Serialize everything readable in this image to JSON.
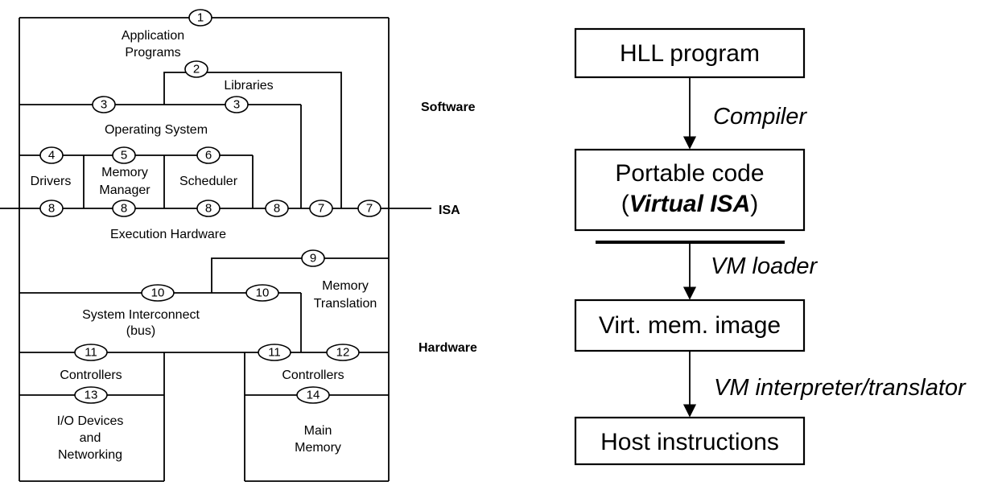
{
  "interfaces": {
    "n1": "1",
    "n2": "2",
    "n3a": "3",
    "n3b": "3",
    "n4": "4",
    "n5": "5",
    "n6": "6",
    "n8a": "8",
    "n8b": "8",
    "n8c": "8",
    "n8d": "8",
    "n7a": "7",
    "n7b": "7",
    "n9": "9",
    "n10a": "10",
    "n10b": "10",
    "n11a": "11",
    "n11b": "11",
    "n12": "12",
    "n13": "13",
    "n14": "14"
  },
  "labels": {
    "app_line1": "Application",
    "app_line2": "Programs",
    "libraries": "Libraries",
    "operating_system": "Operating System",
    "drivers": "Drivers",
    "memory_manager_line1": "Memory",
    "memory_manager_line2": "Manager",
    "scheduler": "Scheduler",
    "execution_hardware": "Execution Hardware",
    "memory_translation_line1": "Memory",
    "memory_translation_line2": "Translation",
    "system_interconnect_line1": "System Interconnect",
    "system_interconnect_line2": "(bus)",
    "controllers_left": "Controllers",
    "controllers_right": "Controllers",
    "io_line1": "I/O Devices",
    "io_line2": "and",
    "io_line3": "Networking",
    "main_memory_line1": "Main",
    "main_memory_line2": "Memory"
  },
  "side_labels": {
    "software": "Software",
    "isa": "ISA",
    "hardware": "Hardware"
  },
  "flow": {
    "boxes": {
      "hll": "HLL program",
      "portable_line1": "Portable code",
      "portable_open": "(",
      "portable_em": "Virtual ISA",
      "portable_close": ")",
      "image": "Virt. mem. image",
      "host": "Host instructions"
    },
    "steps": {
      "compiler": "Compiler",
      "loader": "VM loader",
      "interp": "VM interpreter/translator"
    }
  }
}
